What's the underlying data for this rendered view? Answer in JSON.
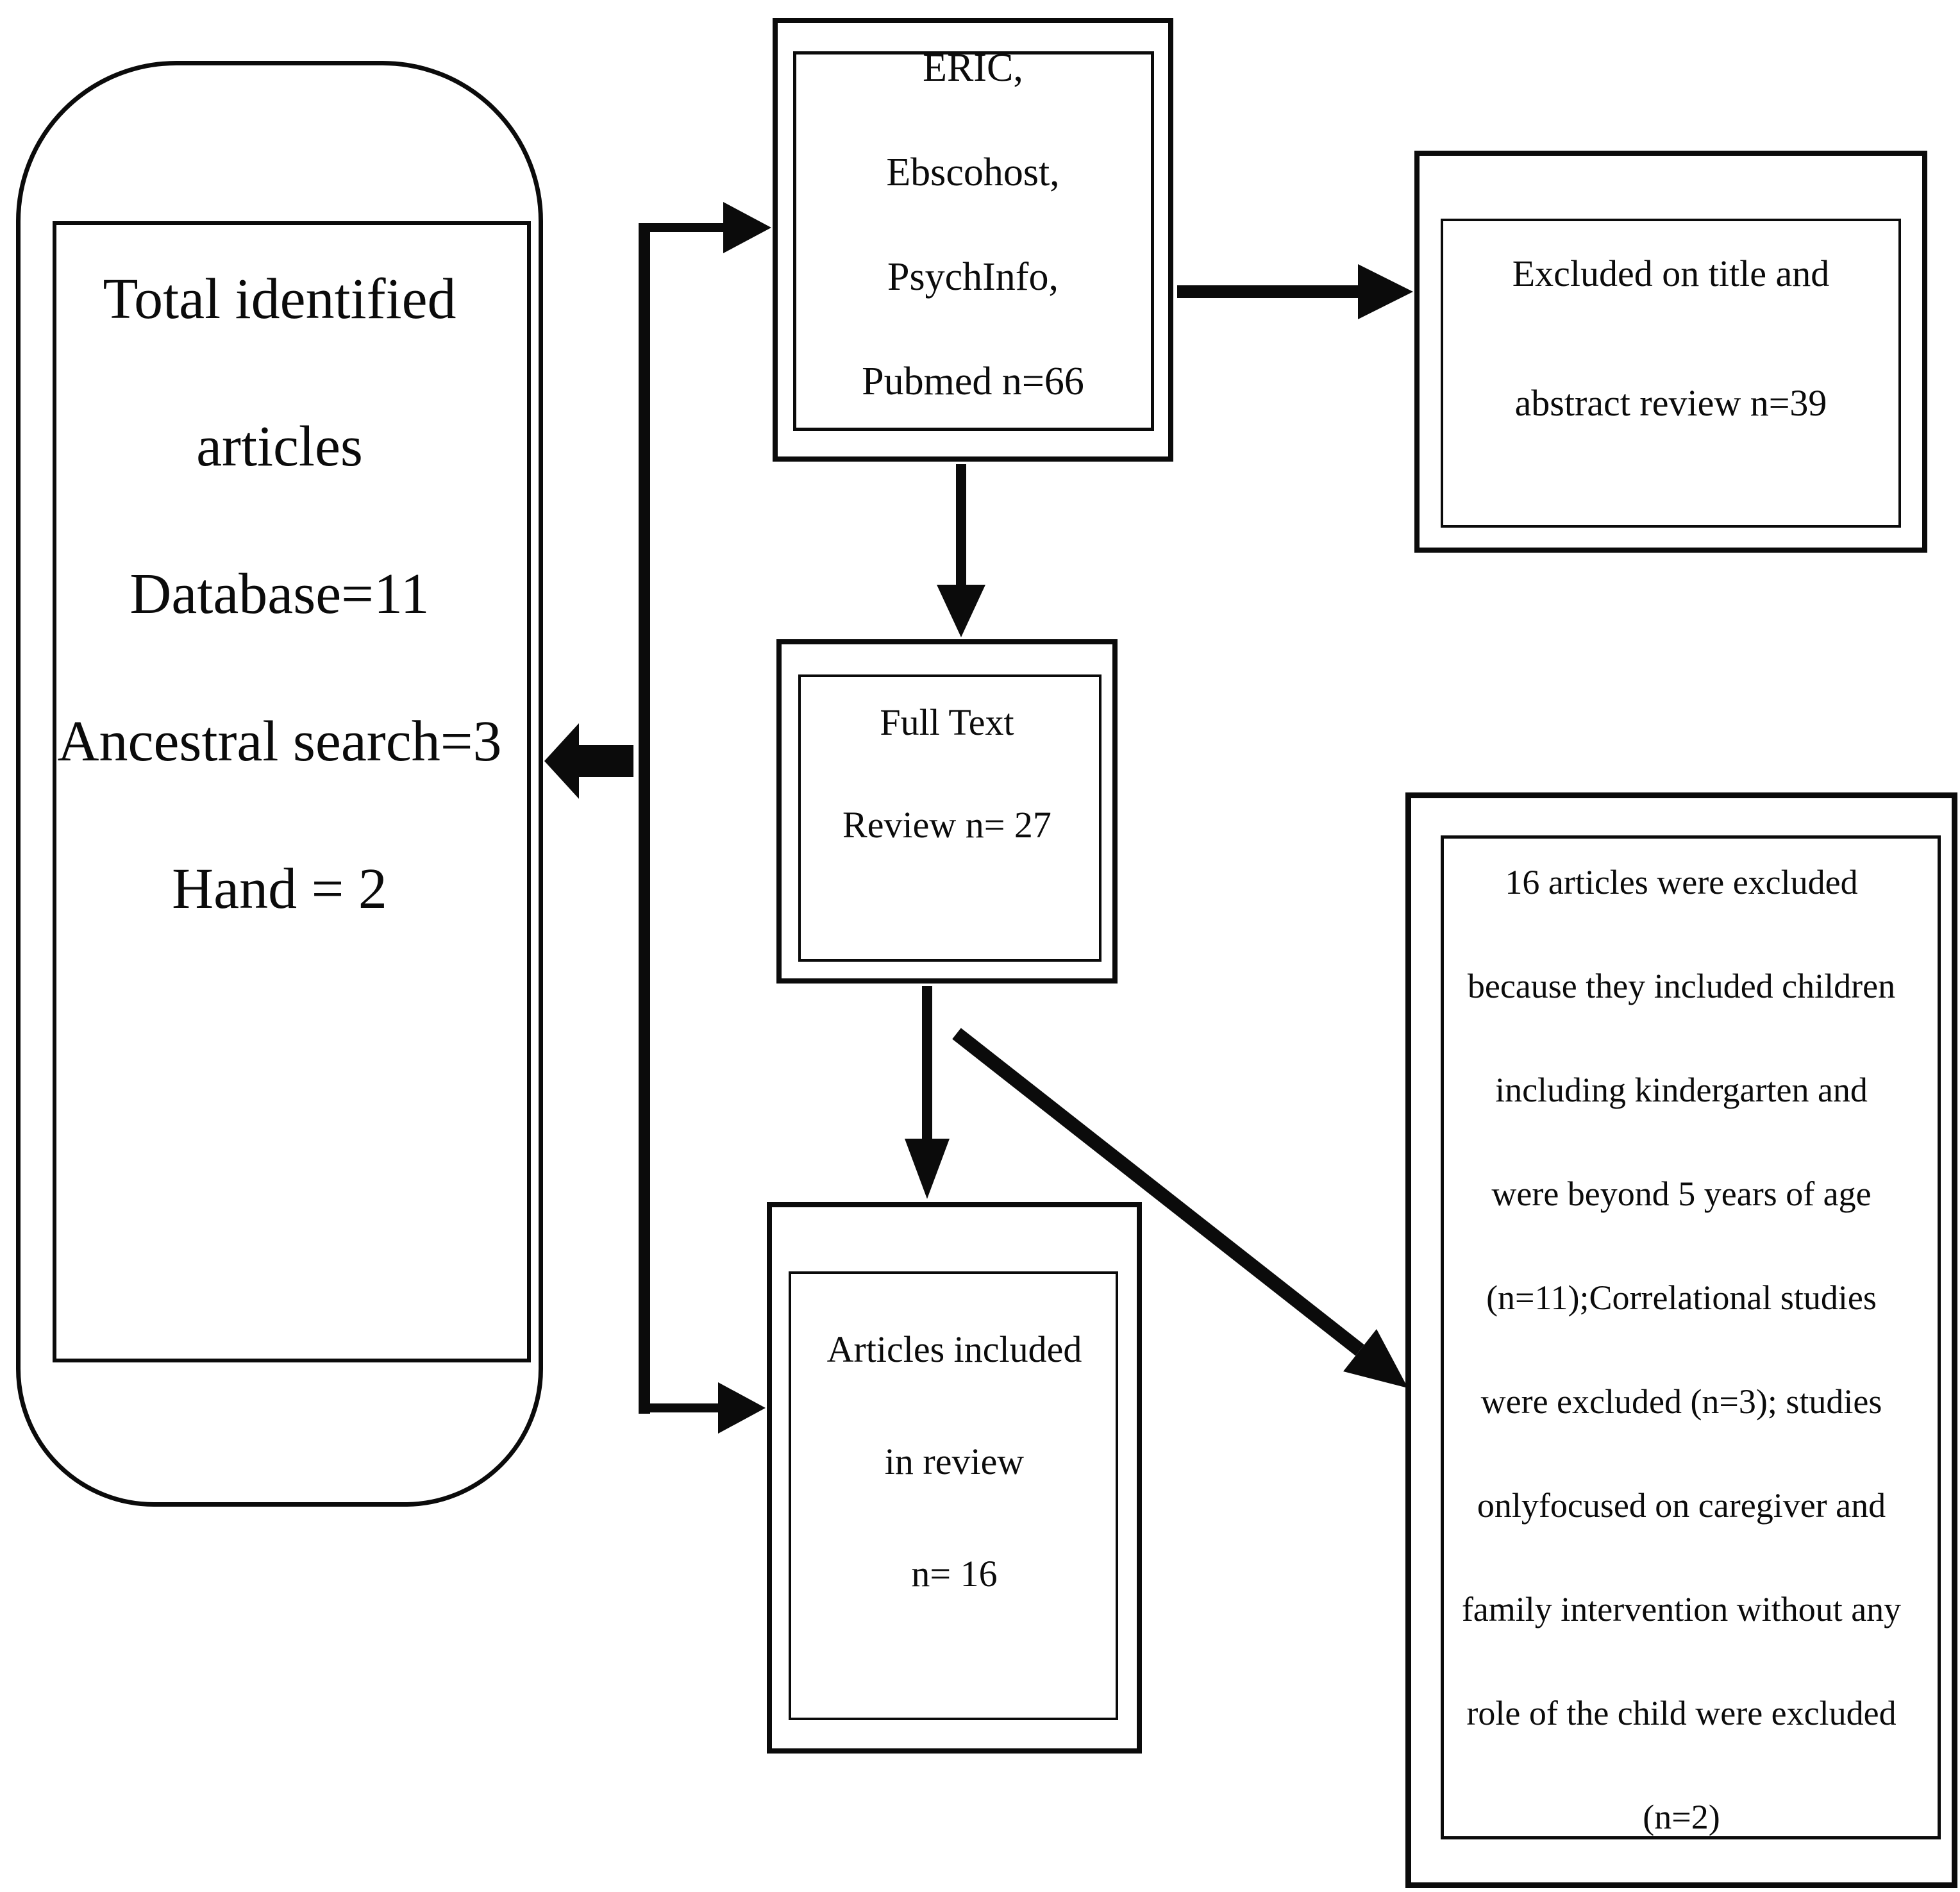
{
  "title": "Article screening flow diagram",
  "colors": {
    "ink": "#0b0b0b",
    "background": "#ffffff"
  },
  "boxes": {
    "total_identified": {
      "shape": "rounded-rectangle",
      "lines": [
        "Total identified",
        "articles",
        "Database=11",
        "Ancestral search=3",
        "Hand = 2"
      ]
    },
    "databases": {
      "shape": "double-rectangle",
      "lines": [
        "ERIC,",
        "Ebscohost,",
        "PsychInfo,",
        "Pubmed n=66"
      ]
    },
    "excluded_title_abstract": {
      "shape": "double-rectangle",
      "lines": [
        "Excluded on title and",
        "abstract review n=39"
      ]
    },
    "full_text_review": {
      "shape": "double-rectangle",
      "lines": [
        "Full Text",
        "Review n= 27"
      ]
    },
    "included_in_review": {
      "shape": "double-rectangle",
      "lines": [
        "Articles included",
        "in review",
        "n= 16"
      ]
    },
    "excluded_full_text": {
      "shape": "double-rectangle",
      "lines": [
        "16 articles were excluded",
        "because they included children",
        "including kindergarten and",
        "were beyond 5 years of age",
        "(n=11);Correlational studies",
        "were excluded (n=3); studies",
        "onlyfocused on caregiver and",
        "family intervention without any",
        "role of the child were excluded",
        "(n=2)"
      ]
    }
  },
  "edges": [
    {
      "from": "trunk",
      "to": "databases",
      "style": "thin-arrow"
    },
    {
      "from": "databases",
      "to": "excluded_title_abstract",
      "style": "thin-arrow"
    },
    {
      "from": "databases",
      "to": "full_text_review",
      "style": "thin-arrow"
    },
    {
      "from": "full_text_review",
      "to": "included_in_review",
      "style": "thin-arrow"
    },
    {
      "from": "full_text_review",
      "to": "excluded_full_text",
      "style": "diagonal-arrow"
    },
    {
      "from": "trunk",
      "to": "included_in_review",
      "style": "thin-arrow"
    },
    {
      "from": "trunk",
      "to": "total_identified",
      "style": "block-arrow"
    }
  ]
}
